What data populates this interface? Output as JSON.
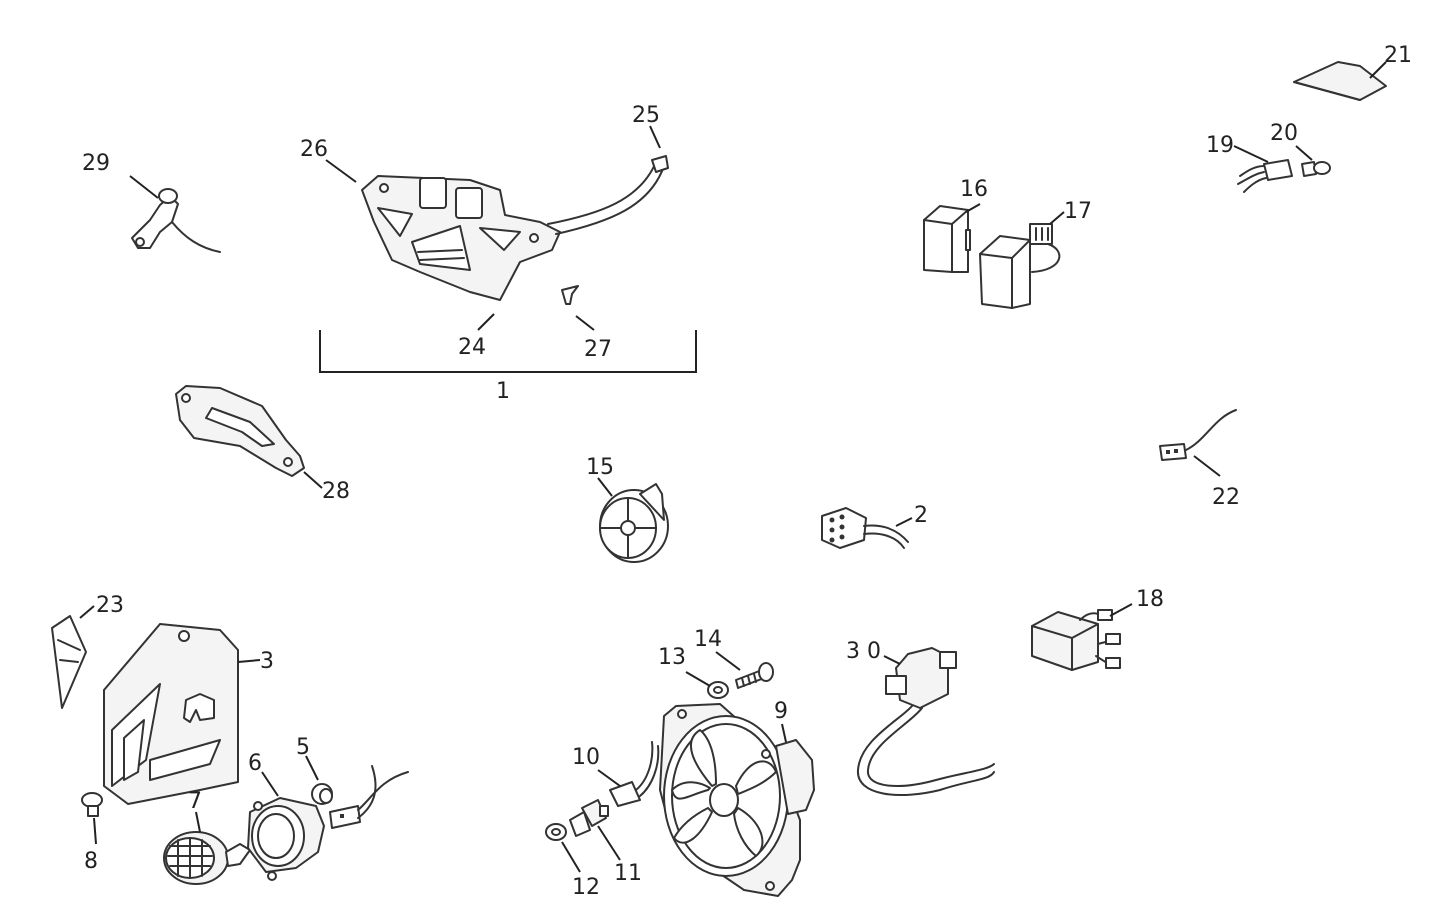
{
  "diagram": {
    "callouts": {
      "c1": "1",
      "c2": "2",
      "c3": "3",
      "c5": "5",
      "c6": "6",
      "c7": "7",
      "c8": "8",
      "c9": "9",
      "c10": "10",
      "c11": "11",
      "c12": "12",
      "c13": "13",
      "c14": "14",
      "c15": "15",
      "c16": "16",
      "c17": "17",
      "c18": "18",
      "c19": "19",
      "c20": "20",
      "c21": "21",
      "c22": "22",
      "c23": "23",
      "c24": "24",
      "c25": "25",
      "c26": "26",
      "c27": "27",
      "c28": "28",
      "c29": "29",
      "c30": "3 0"
    }
  }
}
